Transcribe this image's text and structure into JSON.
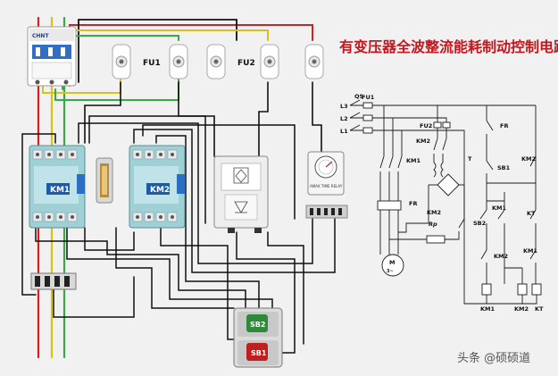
{
  "title": "有变压器全波整流能耗制动控制电路",
  "watermark": "头条 @硕硕道",
  "breaker_brand": "CHNT",
  "fuse_labels": [
    "FU1",
    "FU2"
  ],
  "contactor_labels": [
    "KM1",
    "KM2"
  ],
  "timer_label": "AMAX  TIME RELAY",
  "buttons": {
    "sb2": "SB2",
    "sb1": "SB1"
  },
  "schematic": {
    "qs": "QS",
    "lines": [
      "L3",
      "L2",
      "L1"
    ],
    "fu1": "FU1",
    "fu2": "FU2",
    "km1_main": "KM1",
    "km2_main": "KM2",
    "transformer": "T",
    "fr_heater": "FR",
    "rp": "Rp",
    "km2_rp": "KM2",
    "motor": "M",
    "motor_phase": "3~",
    "fr_contact": "FR",
    "sb1": "SB1",
    "km2_nc": "KM2",
    "km1_aux": "KM1",
    "kt_nc": "KT",
    "sb2": "SB2",
    "km2_il": "KM2",
    "km1_il": "KM1",
    "coils": [
      "KM1",
      "KM2",
      "KT"
    ]
  },
  "colors": {
    "title": "#c4161c",
    "wire_yellow": "#d8c21a",
    "wire_green": "#3aa845",
    "wire_red": "#d42020",
    "wire_black": "#111111",
    "contactor_body": "#9fd0d6",
    "km_badge": "#1a5ca8",
    "sb2_button": "#2e8a3a",
    "sb1_button": "#c01f1f",
    "schematic_line": "#1a1a1a"
  }
}
